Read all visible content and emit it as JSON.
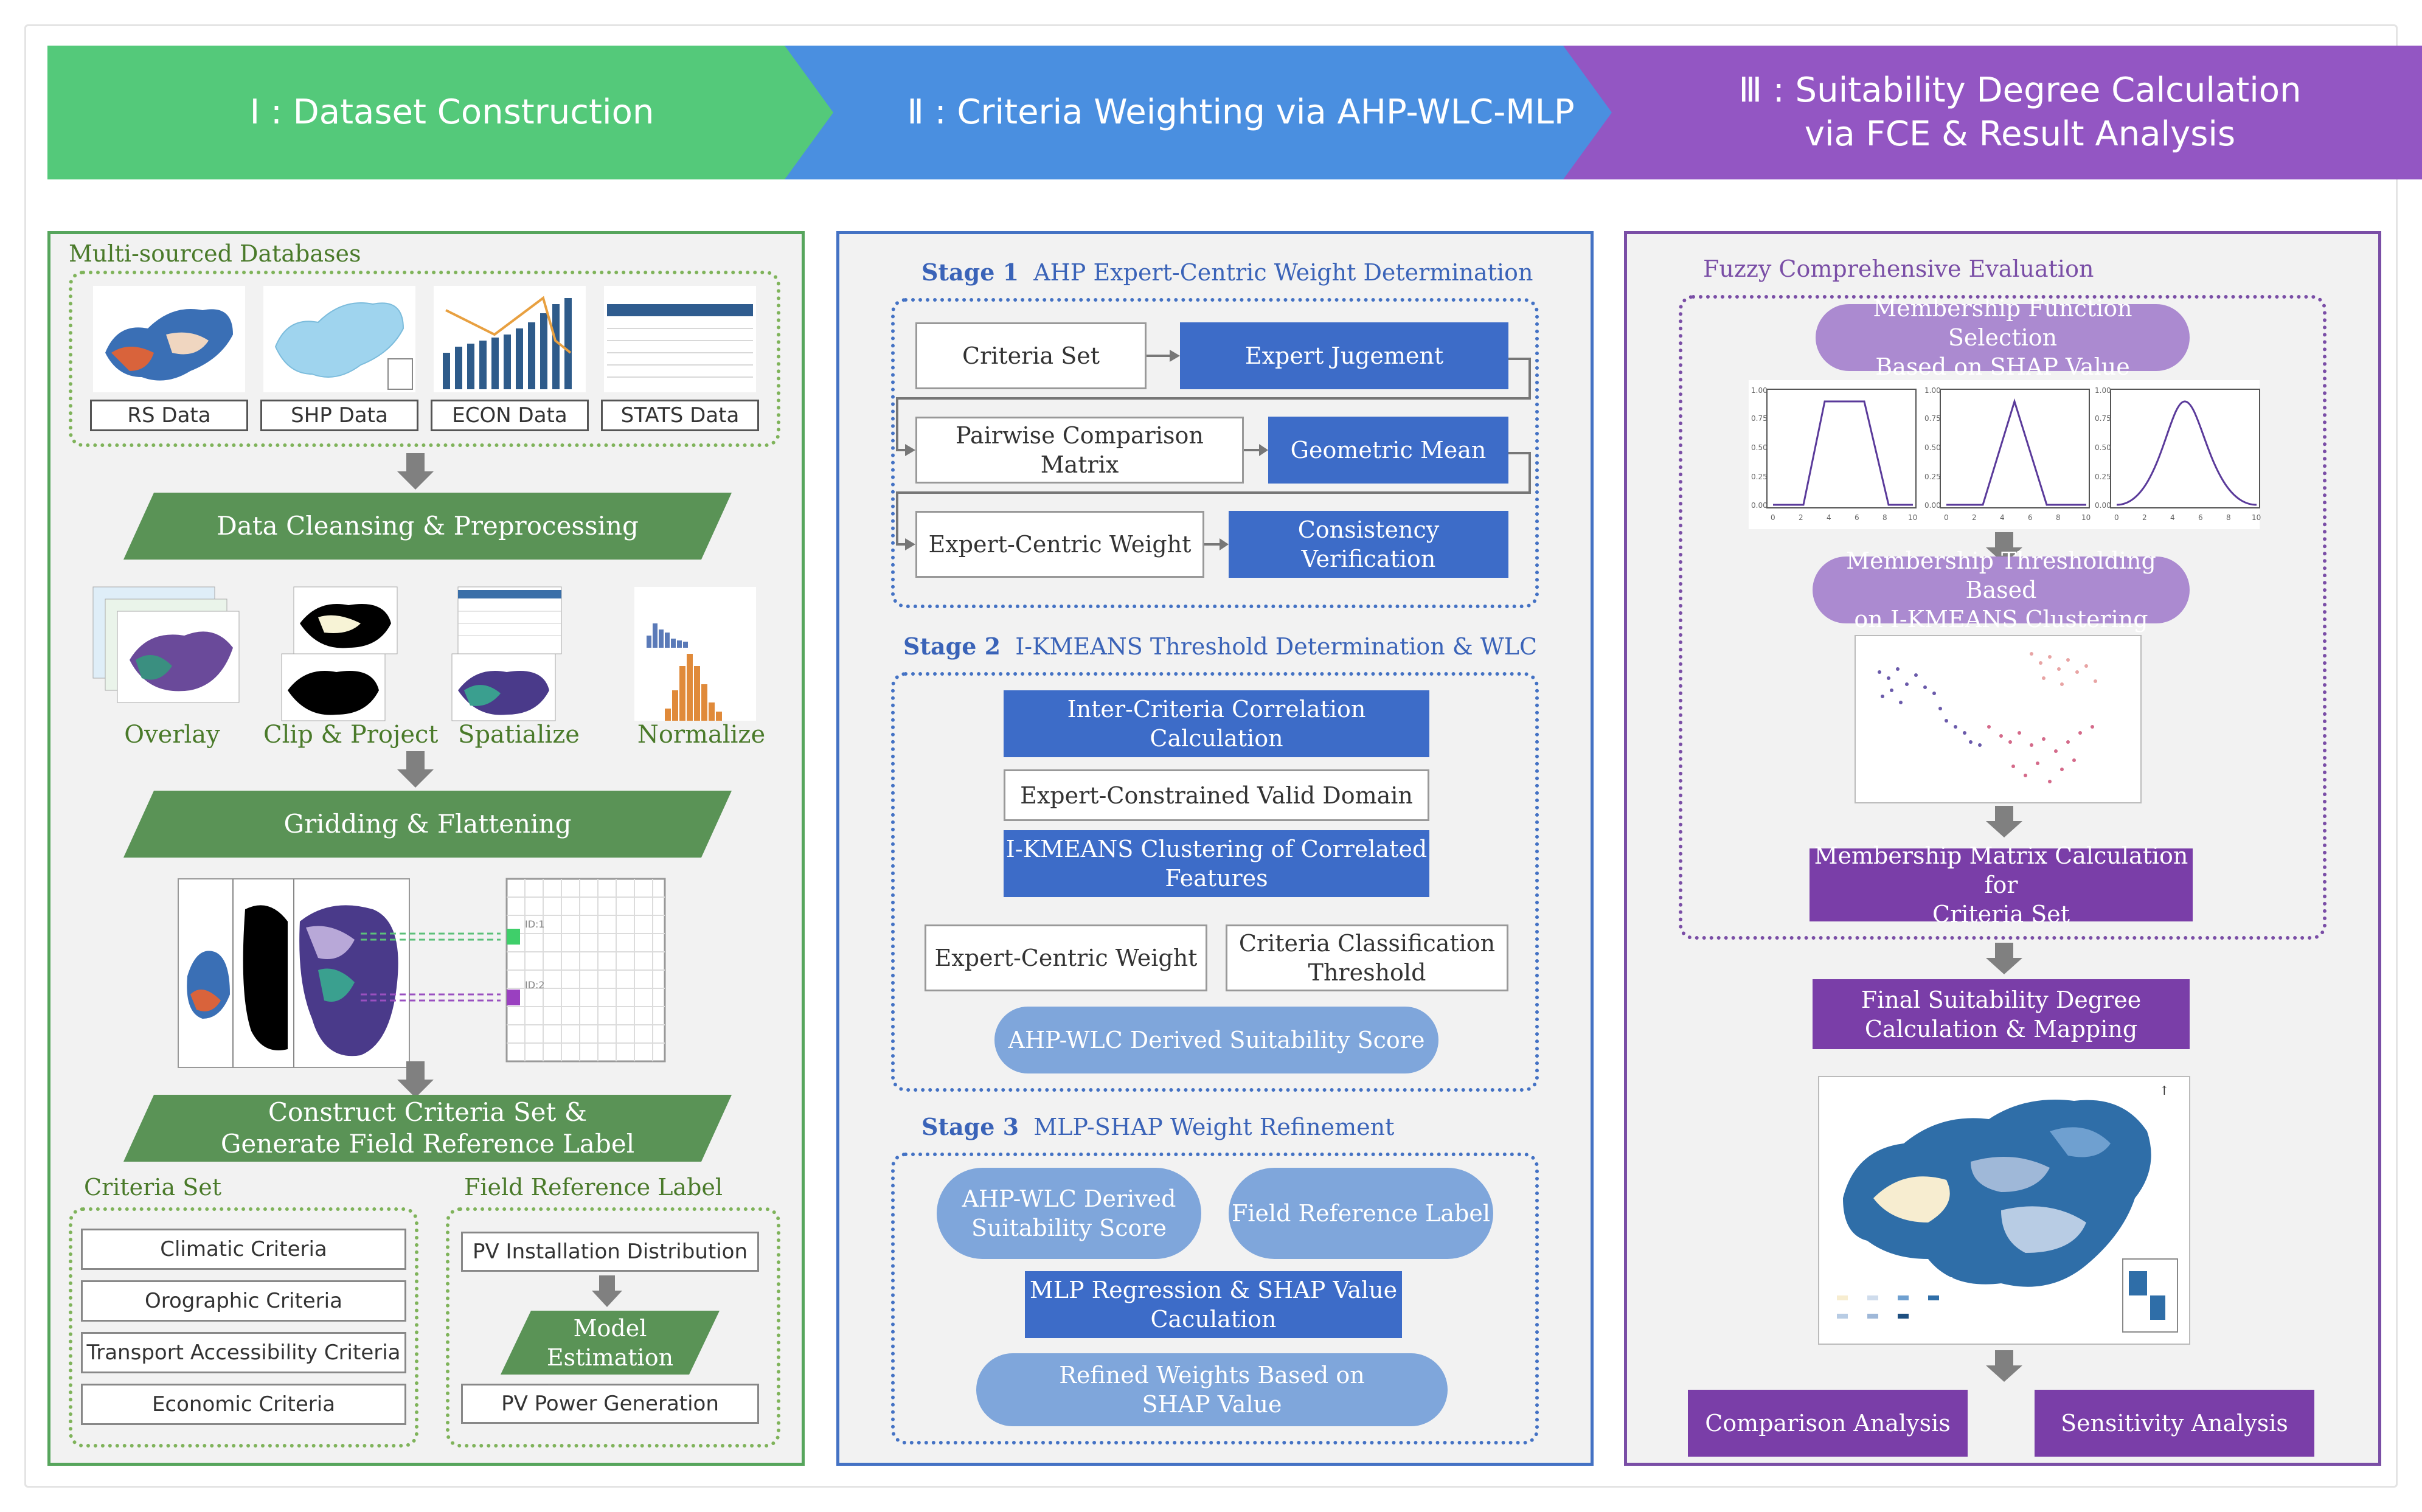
{
  "header": {
    "stage1": "Ⅰ : Dataset Construction",
    "stage2": "Ⅱ : Criteria Weighting via AHP-WLC-MLP",
    "stage3_line1": "Ⅲ : Suitability Degree Calculation",
    "stage3_line2": "via FCE & Result Analysis"
  },
  "panel1": {
    "databases_title": "Multi-sourced Databases",
    "data_labels": [
      "RS Data",
      "SHP Data",
      "ECON Data",
      "STATS Data"
    ],
    "step_cleansing": "Data Cleansing & Preprocessing",
    "ops": [
      "Overlay",
      "Clip & Project",
      "Spatialize",
      "Normalize"
    ],
    "step_gridding": "Gridding & Flattening",
    "grid_ids": [
      "ID:1",
      "ID:2"
    ],
    "step_construct_line1": "Construct Criteria Set &",
    "step_construct_line2": "Generate Field Reference Label",
    "criteria_title": "Criteria Set",
    "criteria": [
      "Climatic Criteria",
      "Orographic Criteria",
      "Transport Accessibility Criteria",
      "Economic Criteria"
    ],
    "field_title": "Field Reference Label",
    "pv_install": "PV Installation Distribution",
    "model_line1": "Model",
    "model_line2": "Estimation",
    "pv_power": "PV Power Generation"
  },
  "panel2": {
    "stage1_prefix": "Stage 1",
    "stage1_title": "AHP Expert-Centric Weight Determination",
    "criteria_set": "Criteria Set",
    "expert_judgement": "Expert Jugement",
    "pairwise": "Pairwise Comparison Matrix",
    "geometric_mean": "Geometric Mean",
    "expert_weight": "Expert-Centric Weight",
    "consistency": "Consistency Verification",
    "stage2_prefix": "Stage 2",
    "stage2_title": "I-KMEANS Threshold Determination & WLC",
    "inter_criteria": "Inter-Criteria Correlation Calculation",
    "expert_domain": "Expert-Constrained Valid Domain",
    "ikmeans_line1": "I-KMEANS Clustering of Correlated",
    "ikmeans_line2": "Features",
    "expert_weight2": "Expert-Centric Weight",
    "class_line1": "Criteria Classification",
    "class_line2": "Threshold",
    "ahp_score": "AHP-WLC Derived Suitability Score",
    "stage3_prefix": "Stage 3",
    "stage3_title": "MLP-SHAP Weight Refinement",
    "ahp_derived_line1": "AHP-WLC Derived",
    "ahp_derived_line2": "Suitability Score",
    "field_ref": "Field Reference Label",
    "mlp_line1": "MLP Regression & SHAP Value",
    "mlp_line2": "Caculation",
    "refined_line1": "Refined Weights Based on",
    "refined_line2": "SHAP Value"
  },
  "panel3": {
    "fce_title": "Fuzzy Comprehensive Evaluation",
    "mf_line1": "Membership Function Selection",
    "mf_line2": "Based on SHAP Value",
    "mf_charts": {
      "y_ticks": [
        "1.00",
        "0.75",
        "0.50",
        "0.25",
        "0.00"
      ],
      "x_ticks": [
        "0",
        "2",
        "4",
        "6",
        "8",
        "10"
      ]
    },
    "thr_line1": "Membership Thresholding Based",
    "thr_line2": "on I-KMEANS Clustering",
    "mm_line1": "Membership Matrix Calculation for",
    "mm_line2": "Criteria Set",
    "final_line1": "Final Suitability Degree",
    "final_line2": "Calculation & Mapping",
    "comparison": "Comparison Analysis",
    "sensitivity": "Sensitivity Analysis"
  },
  "colors": {
    "green_header": "#54c97a",
    "blue_header": "#4a8fe0",
    "purple_header": "#9356c3",
    "green_step": "#5a9356",
    "blue_box": "#3d6cc8",
    "purple_box": "#7a3ea8"
  }
}
